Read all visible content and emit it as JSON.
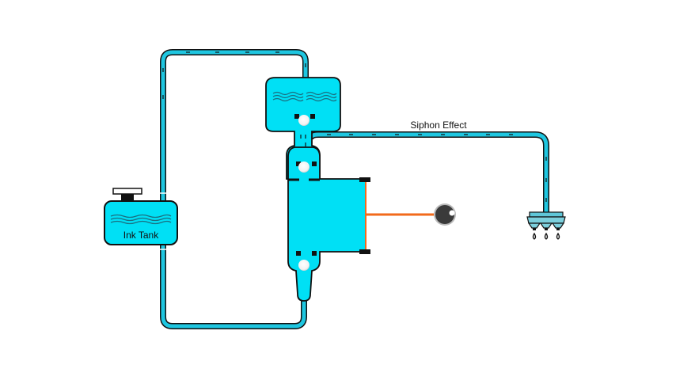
{
  "diagram": {
    "title_label": "Siphon Effect",
    "ink_tank_label": "Ink Tank",
    "colors": {
      "ink_fill": "#00e0f5",
      "pipe_fill": "#1ec6e0",
      "outline": "#111111",
      "piston_rod": "#f26a1b",
      "cap_white": "#ffffff",
      "knob": "#3a3a3a"
    },
    "components": [
      {
        "id": "ink-tank",
        "label": "Ink Tank"
      },
      {
        "id": "upper-chamber",
        "label": ""
      },
      {
        "id": "pump-body",
        "label": ""
      },
      {
        "id": "piston-knob",
        "label": ""
      },
      {
        "id": "print-head",
        "label": ""
      }
    ]
  }
}
